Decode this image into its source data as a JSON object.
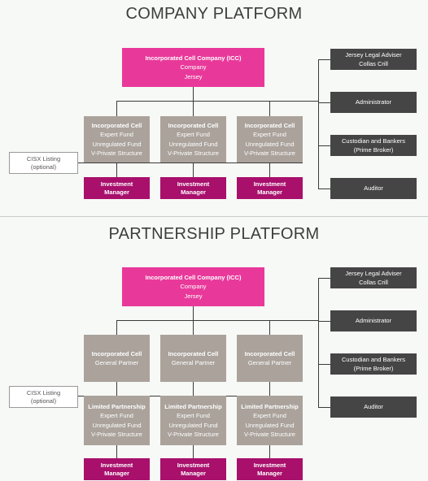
{
  "company": {
    "title": "COMPANY PLATFORM",
    "icc": {
      "line1": "Incorporated Cell Company (ICC)",
      "line2": "Company",
      "line3": "Jersey"
    },
    "cells": [
      {
        "line1": "Incorporated Cell",
        "line2": "Expert Fund",
        "line3": "Unregulated Fund",
        "line4": "V-Private Structure"
      },
      {
        "line1": "Incorporated Cell",
        "line2": "Expert Fund",
        "line3": "Unregulated Fund",
        "line4": "V-Private Structure"
      },
      {
        "line1": "Incorporated Cell",
        "line2": "Expert Fund",
        "line3": "Unregulated Fund",
        "line4": "V-Private Structure"
      }
    ],
    "managers": [
      {
        "line1": "Investment",
        "line2": "Manager"
      },
      {
        "line1": "Investment",
        "line2": "Manager"
      },
      {
        "line1": "Investment",
        "line2": "Manager"
      }
    ],
    "cisx": {
      "line1": "CISX Listing",
      "line2": "(optional)"
    },
    "side": [
      {
        "line1": "Jersey Legal Adviser",
        "line2": "Collas Crill"
      },
      {
        "line1": "Administrator",
        "line2": ""
      },
      {
        "line1": "Custodian and Bankers",
        "line2": "(Prime Broker)"
      },
      {
        "line1": "Auditor",
        "line2": ""
      }
    ]
  },
  "partnership": {
    "title": "PARTNERSHIP PLATFORM",
    "icc": {
      "line1": "Incorporated Cell Company (ICC)",
      "line2": "Company",
      "line3": "Jersey"
    },
    "cells": [
      {
        "line1": "Incorporated Cell",
        "line2": "General Partner"
      },
      {
        "line1": "Incorporated Cell",
        "line2": "General Partner"
      },
      {
        "line1": "Incorporated Cell",
        "line2": "General Partner"
      }
    ],
    "lps": [
      {
        "line1": "Limited Partnership",
        "line2": "Expert Fund",
        "line3": "Unregulated Fund",
        "line4": "V-Private Structure"
      },
      {
        "line1": "Limited Partnership",
        "line2": "Expert Fund",
        "line3": "Unregulated Fund",
        "line4": "V-Private Structure"
      },
      {
        "line1": "Limited Partnership",
        "line2": "Expert Fund",
        "line3": "Unregulated Fund",
        "line4": "V-Private Structure"
      }
    ],
    "managers": [
      {
        "line1": "Investment",
        "line2": "Manager"
      },
      {
        "line1": "Investment",
        "line2": "Manager"
      },
      {
        "line1": "Investment",
        "line2": "Manager"
      }
    ],
    "cisx": {
      "line1": "CISX Listing",
      "line2": "(optional)"
    },
    "side": [
      {
        "line1": "Jersey Legal Adviser",
        "line2": "Collas Crill"
      },
      {
        "line1": "Administrator",
        "line2": ""
      },
      {
        "line1": "Custodian and Bankers",
        "line2": "(Prime Broker)"
      },
      {
        "line1": "Auditor",
        "line2": ""
      }
    ]
  },
  "colors": {
    "icc": "#e8399a",
    "cell": "#aaa29b",
    "manager": "#a8106c",
    "side": "#454545",
    "background": "#f7f9f6"
  }
}
